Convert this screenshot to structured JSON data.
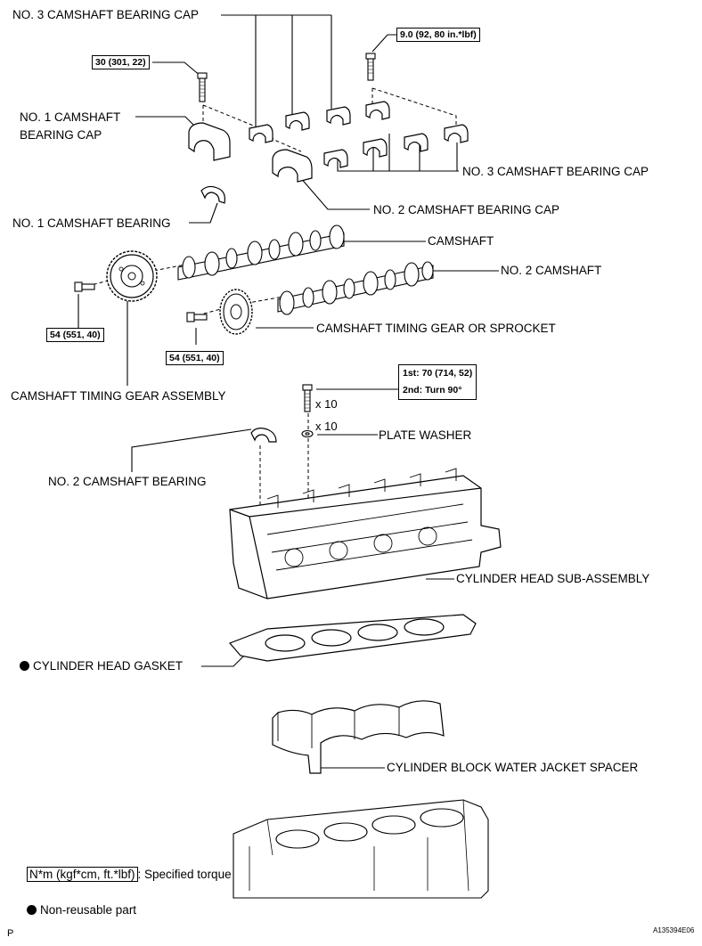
{
  "labels": {
    "no3_cap_top": "NO. 3 CAMSHAFT BEARING CAP",
    "no1_cap_line1": "NO. 1 CAMSHAFT",
    "no1_cap_line2": "BEARING CAP",
    "no3_cap_right": "NO. 3 CAMSHAFT BEARING CAP",
    "no2_cap": "NO. 2 CAMSHAFT BEARING CAP",
    "no1_bearing": "NO. 1 CAMSHAFT BEARING",
    "camshaft": "CAMSHAFT",
    "no2_camshaft": "NO. 2 CAMSHAFT",
    "timing_gear_or_sprocket": "CAMSHAFT TIMING GEAR OR SPROCKET",
    "timing_gear_assembly": "CAMSHAFT TIMING GEAR ASSEMBLY",
    "plate_washer": "PLATE WASHER",
    "no2_bearing": "NO. 2 CAMSHAFT BEARING",
    "cylinder_head": "CYLINDER HEAD SUB-ASSEMBLY",
    "head_gasket": "CYLINDER HEAD GASKET",
    "water_jacket_spacer": "CYLINDER BLOCK WATER JACKET SPACER"
  },
  "torques": {
    "cap_bolt_small": "9.0 (92, 80 in.*lbf)",
    "cap_bolt_large": "30 (301, 22)",
    "gear_bolt_left": "54 (551, 40)",
    "gear_bolt_right": "54 (551, 40)",
    "head_bolt_step1": "1st: 70 (714, 52)",
    "head_bolt_step2": "2nd: Turn 90°"
  },
  "quantities": {
    "head_bolts": "x 10",
    "plate_washers": "x 10"
  },
  "legend": {
    "torque_unit": "N*m (kgf*cm, ft.*lbf)",
    "torque_text": ": Specified torque",
    "non_reusable": "Non-reusable part"
  },
  "footer": {
    "left_mark": "P",
    "figure_id": "A135394E06"
  },
  "icons": [
    "non-reusable-dot-icon",
    "bolt-icon",
    "bearing-cap-icon",
    "gear-icon",
    "camshaft-icon"
  ]
}
